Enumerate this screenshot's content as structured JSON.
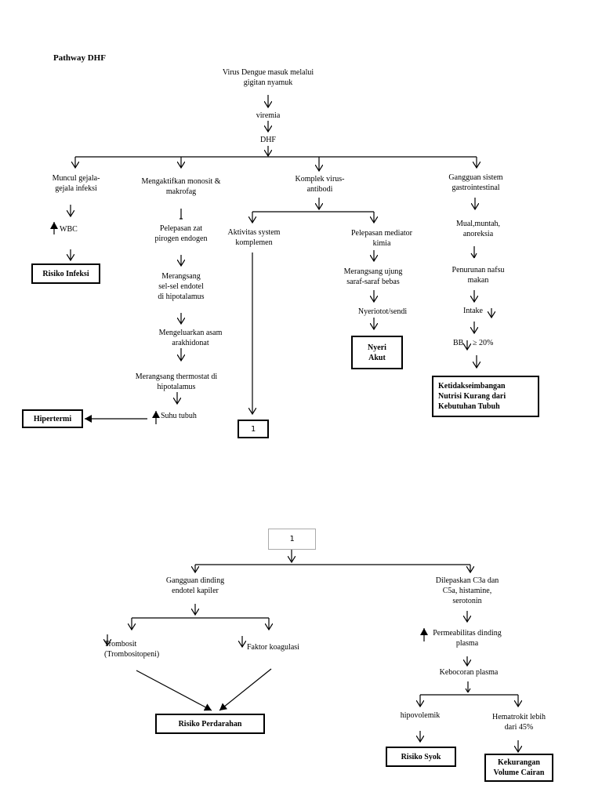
{
  "title": "Pathway DHF",
  "nodes": {
    "virus": "Virus Dengue masuk melalui\ngigitan nyamuk",
    "viremia": "viremia",
    "dhf": "DHF",
    "infeksi": "Muncul gejala-\ngejala infeksi",
    "wbc": "WBC",
    "monosit": "Mengaktifkan monosit &\nmakrofag",
    "pirogen": "Pelepasan zat\npirogen endogen",
    "endotel": "Merangsang\nsel-sel endotel\ndi hipotalamus",
    "arakhidonat": "Mengeluarkan asam\narakhidonat",
    "thermostat": "Merangsang thermostat di\nhipotalamus",
    "suhu": "Suhu tubuh",
    "komplek": "Komplek virus-\nantibodi",
    "komplemen": "Aktivitas system\nkomplemen",
    "mediator": "Pelepasan mediator\nkimia",
    "saraf": "Merangsang ujung\nsaraf-saraf bebas",
    "nyeriotot": "Nyeriotot/sendi",
    "gastro": "Gangguan sistem\ngastrointestinal",
    "mual": "Mual,muntah,\nanoreksia",
    "nafsu": "Penurunan nafsu\nmakan",
    "intake": "Intake",
    "bb": "BB",
    "bb_value": "≥ 20%",
    "dinding": "Gangguan dinding\nendotel kapiler",
    "c3a": "Dilepaskan C3a dan\nC5a, histamine,\nserotonin",
    "trombosit": "Trombosit\n(Trombositopeni)",
    "koagulasi": "Faktor koagulasi",
    "permeabilitas": "Permeabilitas dinding\nplasma",
    "kebocoran": "Kebocoran plasma",
    "hipovolemik": "hipovolemik",
    "hematrokit": "Hematrokit lebih\ndari 45%"
  },
  "diagnoses": {
    "risiko_infeksi": "Risiko Infeksi",
    "hipertermi": "Hipertermi",
    "nyeri_akut": "Nyeri\nAkut",
    "nutrisi": "Ketidakseimbangan\nNutrisi Kurang dari\nKebutuhan Tubuh",
    "perdarahan": "Risiko Perdarahan",
    "syok": "Risiko Syok",
    "cairan": "Kekurangan\nVolume Cairan"
  },
  "connectors": {
    "off_page_1": "1",
    "on_page_1": "1"
  }
}
